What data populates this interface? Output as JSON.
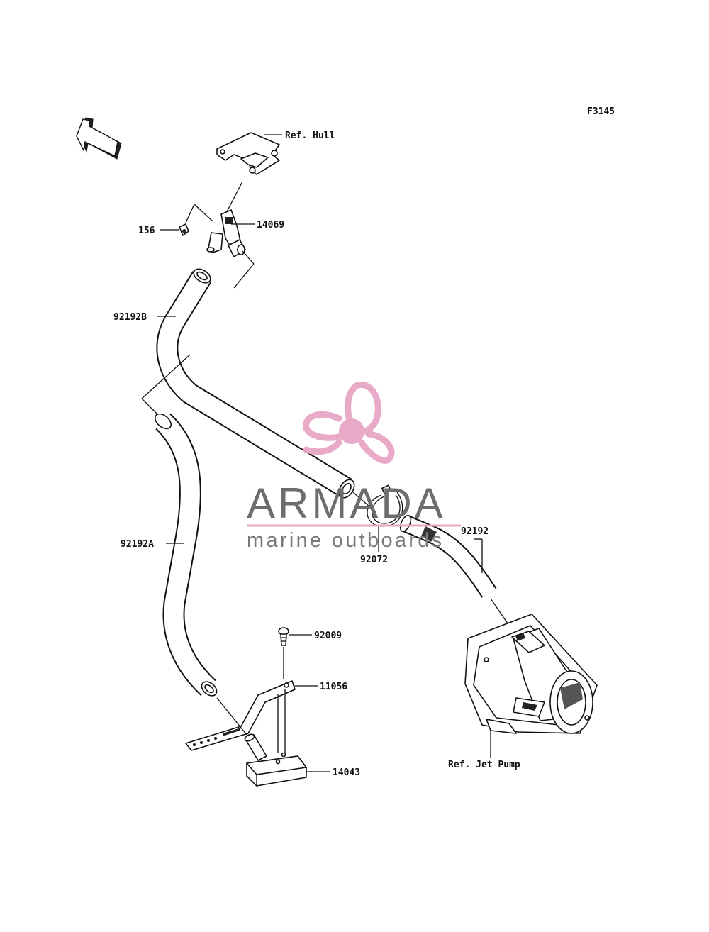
{
  "figure": {
    "code": "F3145"
  },
  "front_arrow": {
    "label": "FRONT"
  },
  "parts": [
    {
      "id": "ref-hull",
      "label": "Ref. Hull"
    },
    {
      "id": "p14069",
      "label": "14069"
    },
    {
      "id": "p156",
      "label": "156"
    },
    {
      "id": "p92192B",
      "label": "92192B"
    },
    {
      "id": "p92192A",
      "label": "92192A"
    },
    {
      "id": "p92072",
      "label": "92072"
    },
    {
      "id": "p92192",
      "label": "92192"
    },
    {
      "id": "p92009",
      "label": "92009"
    },
    {
      "id": "p11056",
      "label": "11056"
    },
    {
      "id": "p14043",
      "label": "14043"
    },
    {
      "id": "ref-jet-pump",
      "label": "Ref. Jet Pump"
    }
  ],
  "watermark": {
    "title": "ARMADA",
    "subtitle": "marine outboards",
    "logo_color": "#e8a6c6",
    "line_color": "#e8a6c6"
  }
}
